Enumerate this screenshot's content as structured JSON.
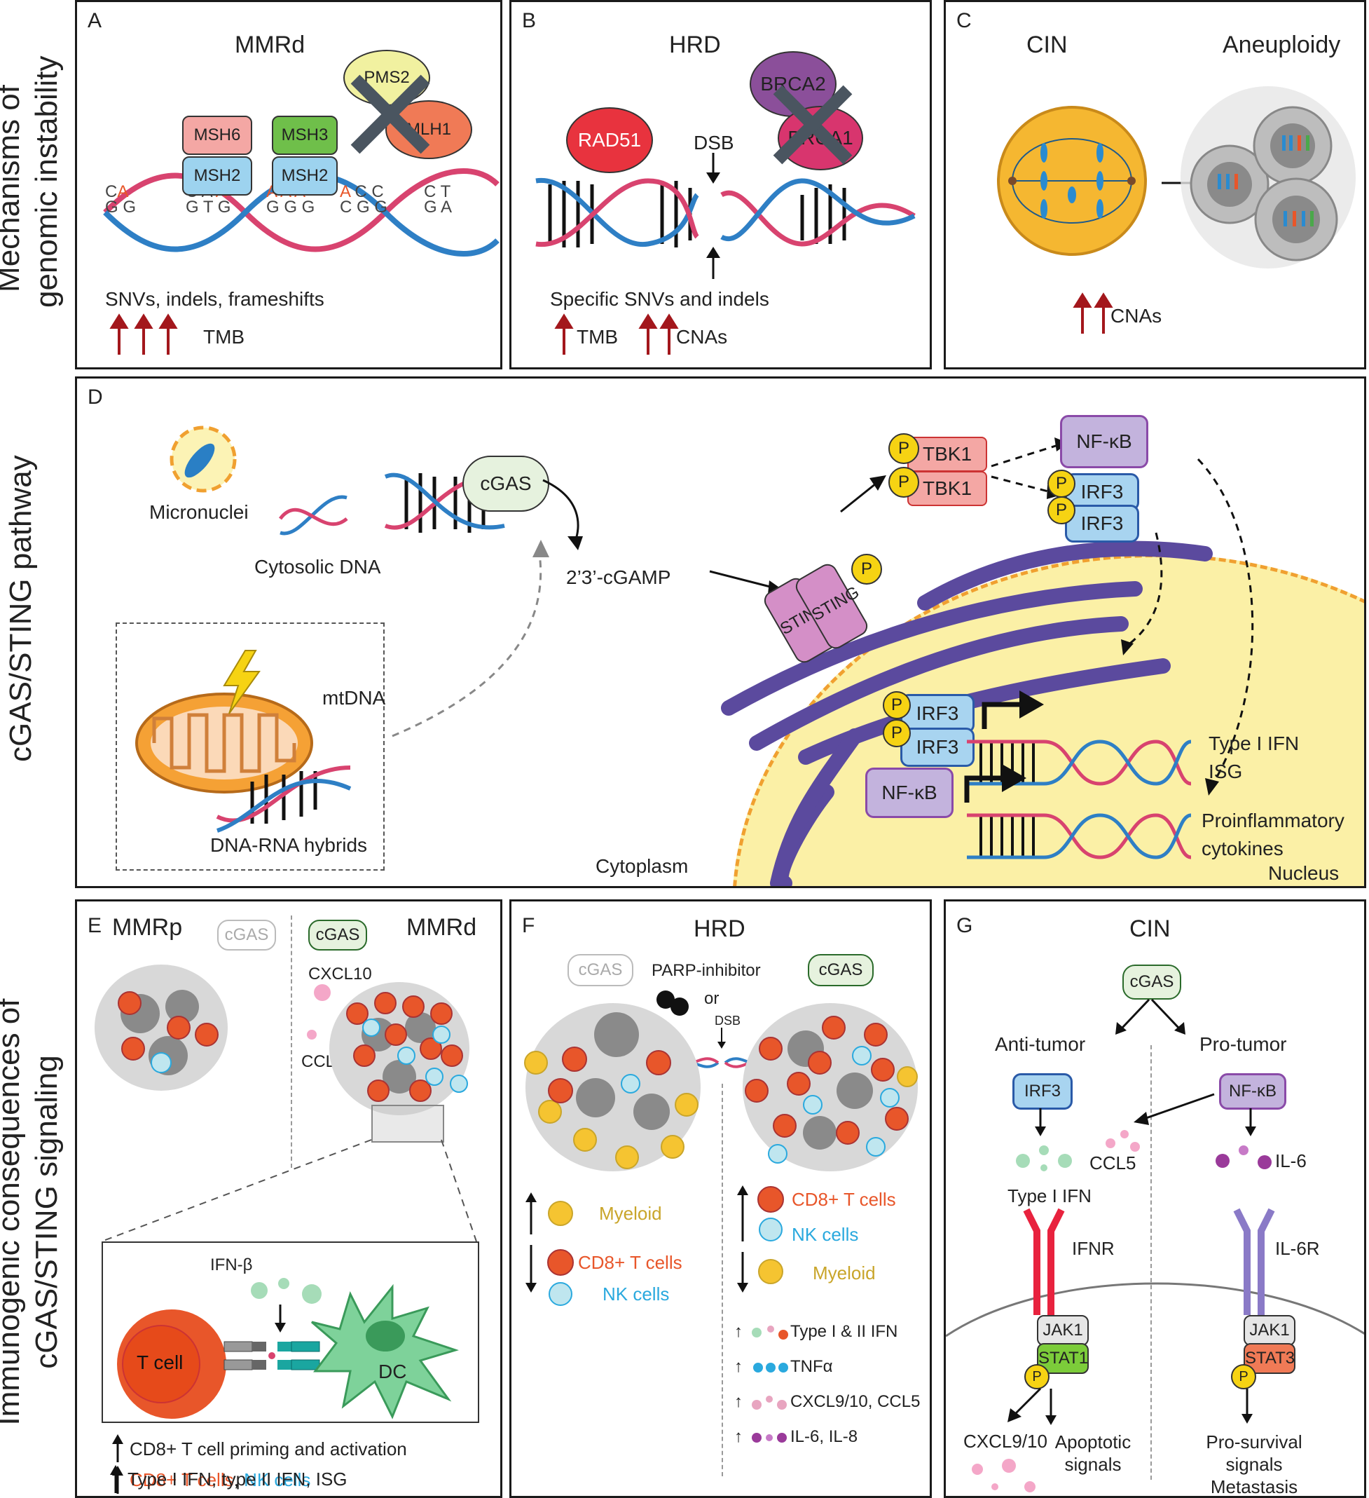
{
  "side_labels": {
    "row1": [
      "Mechanisms of",
      "genomic instability"
    ],
    "row2": "cGAS/STING pathway",
    "row3": [
      "Immunogenic consequences of",
      "cGAS/STING signaling"
    ]
  },
  "panel_a": {
    "letter": "A",
    "title": "MMRd",
    "proteins": [
      "MSH6",
      "MSH2",
      "MSH3",
      "MSH2",
      "PMS2",
      "MLH1"
    ],
    "caption": "SNVs, indels, frameshifts",
    "metric": "TMB"
  },
  "panel_b": {
    "letter": "B",
    "title": "HRD",
    "proteins": [
      "RAD51",
      "BRCA2",
      "BRCA1"
    ],
    "dsb": "DSB",
    "caption": "Specific SNVs and indels",
    "metric1": "TMB",
    "metric2": "CNAs"
  },
  "panel_c": {
    "letter": "C",
    "title_left": "CIN",
    "title_right": "Aneuploidy",
    "metric": "CNAs"
  },
  "panel_d": {
    "letter": "D",
    "micronuclei": "Micronuclei",
    "cytosolic": "Cytosolic DNA",
    "cgas": "cGAS",
    "cgamp": "2’3’-cGAMP",
    "sting": "STING",
    "tbk1": "TBK1",
    "p": "P",
    "nfkb": "NF-κB",
    "irf3": "IRF3",
    "mtdna": "mtDNA",
    "hybrids": "DNA-RNA hybrids",
    "type1": "Type I IFN",
    "isg": "ISG",
    "proinf1": "Proinflammatory",
    "proinf2": "cytokines",
    "cytoplasm": "Cytoplasm",
    "nucleus": "Nucleus"
  },
  "panel_e": {
    "letter": "E",
    "mmrp": "MMRp",
    "mmrd": "MMRd",
    "cgas": "cGAS",
    "cxcl10": "CXCL10",
    "ccl5": "CCL5",
    "ifnb": "IFN-β",
    "tcell": "T cell",
    "dc": "DC",
    "line1": "CD8+ T cell priming and activation",
    "line2a": "CD8+ T cells",
    "line2sep": ", ",
    "line2b": "NK cells",
    "line3": "Type I IFN, type II IFN, ISG"
  },
  "panel_f": {
    "letter": "F",
    "title": "HRD",
    "cgas": "cGAS",
    "parp": "PARP-inhibitor",
    "or": "or",
    "dsb": "DSB",
    "myeloid": "Myeloid",
    "cd8": "CD8+ T cells",
    "nk": "NK cells",
    "c1": "Type I & II IFN",
    "c2": "TNFα",
    "c3": "CXCL9/10, CCL5",
    "c4": "IL-6, IL-8"
  },
  "panel_g": {
    "letter": "G",
    "title": "CIN",
    "cgas": "cGAS",
    "anti": "Anti-tumor",
    "pro": "Pro-tumor",
    "irf3": "IRF3",
    "nfkb": "NF-κB",
    "ccl5": "CCL5",
    "il6": "IL-6",
    "type1": "Type I IFN",
    "ifnr": "IFNR",
    "il6r": "IL-6R",
    "jak1": "JAK1",
    "stat1": "STAT1",
    "stat3": "STAT3",
    "p": "P",
    "cxcl": "CXCL9/10",
    "apop1": "Apoptotic",
    "apop2": "signals",
    "surv1": "Pro-survival",
    "surv2": "signals",
    "surv3": "Metastasis"
  },
  "colors": {
    "dna_blue": "#2e7fc5",
    "dna_red": "#d8436f",
    "arrow_red": "#a3171c",
    "orange": "#e8562a",
    "cyan": "#2aa9de",
    "myeloid": "#c9a52a",
    "purple": "#5b4a9e"
  }
}
